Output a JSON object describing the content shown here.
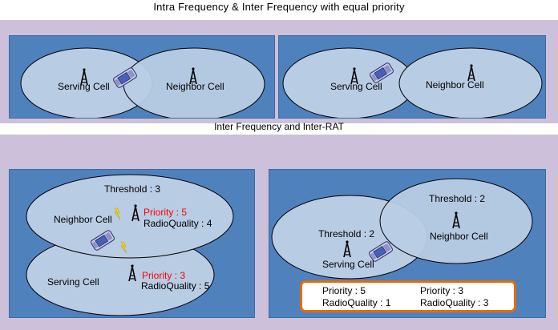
{
  "top_title": "Intra Frequency & Inter Frequency with equal priority",
  "mid_title": "Inter Frequency and Inter-RAT",
  "panel_a": {
    "serving": "Serving Cell",
    "neighbor": "Neighbor Cell"
  },
  "panel_b": {
    "serving": "Serving Cell",
    "neighbor": "Neighbor Cell"
  },
  "panel_c": {
    "threshold": "Threshold : 3",
    "neighbor": "Neighbor Cell",
    "neighbor_priority": "Priority : 5",
    "neighbor_quality": "RadioQuality : 4",
    "serving": "Serving Cell",
    "serving_priority": "Priority : 3",
    "serving_quality": "RadioQuality : 5"
  },
  "panel_d": {
    "neighbor_threshold": "Threshold : 2",
    "neighbor": "Neighbor Cell",
    "serving_threshold": "Threshold : 2",
    "serving": "Serving Cell",
    "box": {
      "p1": "Priority : 5",
      "q1": "RadioQuality : 1",
      "p2": "Priority : 3",
      "q2": "RadioQuality : 3"
    }
  },
  "colors": {
    "band": "#ccc0da",
    "panel": "#4f81bd",
    "cell": "#b8cce4",
    "highlight": "#ff0000",
    "box_border": "#e36c09"
  }
}
